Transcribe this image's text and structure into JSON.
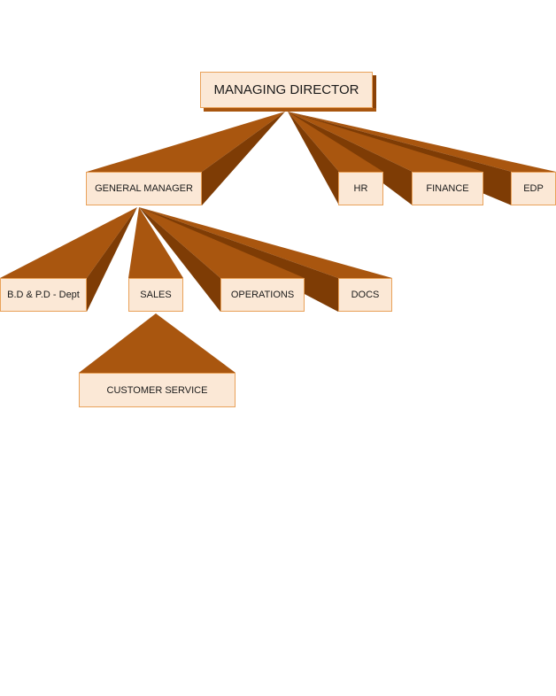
{
  "org_chart": {
    "root": "MANAGING DIRECTOR",
    "level_1": {
      "general_manager": "GENERAL MANAGER",
      "hr": "HR",
      "finance": "FINANCE",
      "edp": "EDP"
    },
    "level_2": {
      "bd_pd": "B.D & P.D - Dept",
      "sales": "SALES",
      "operations": "OPERATIONS",
      "docs": "DOCS"
    },
    "level_3": {
      "customer_service": "CUSTOMER SERVICE"
    }
  },
  "colors": {
    "connector": "#a9560f",
    "connector_dark": "#7e3c05",
    "box_fill": "#fbe8d6",
    "box_border": "#e9a25a"
  }
}
